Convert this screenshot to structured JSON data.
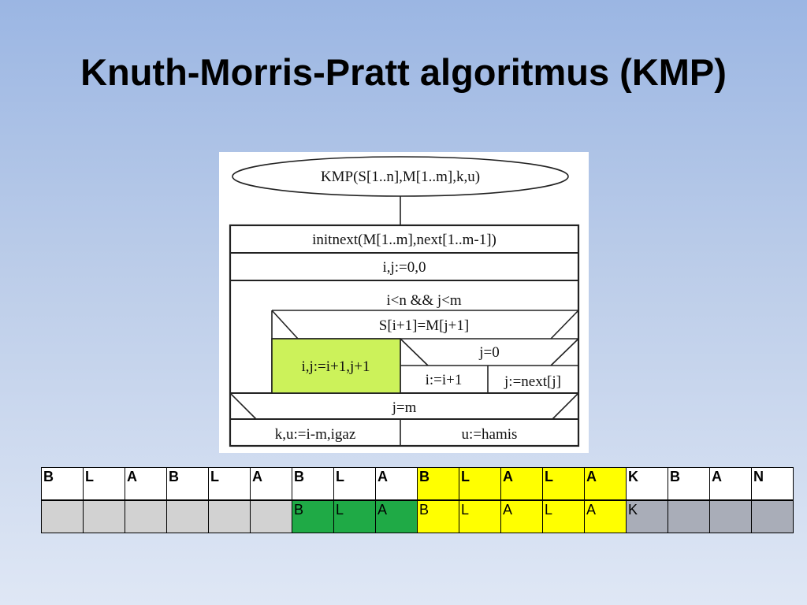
{
  "slide": {
    "title": "Knuth-Morris-Pratt algoritmus (KMP)"
  },
  "flowchart": {
    "header": "KMP(S[1..n],M[1..m],k,u)",
    "init": "initnext(M[1..m],next[1..m-1])",
    "assign": "i,j:=0,0",
    "loop_condition": "i<n && j<m",
    "if_condition": "S[i+1]=M[j+1]",
    "then_action": "i,j:=i+1,j+1",
    "inner_condition": "j=0",
    "inner_then": "i:=i+1",
    "inner_else": "j:=next[j]",
    "final_condition": "j=m",
    "final_then": "k,u:=i-m,igaz",
    "final_else": "u:=hamis",
    "colors": {
      "then_action_fill": "#ccf25a"
    }
  },
  "comparison_table": {
    "text_row": [
      "B",
      "L",
      "A",
      "B",
      "L",
      "A",
      "B",
      "L",
      "A",
      "B",
      "L",
      "A",
      "L",
      "A",
      "K",
      "B",
      "A",
      "N"
    ],
    "pattern_row": [
      "",
      "",
      "",
      "",
      "",
      "",
      "B",
      "L",
      "A",
      "B",
      "L",
      "A",
      "L",
      "A",
      "K",
      "",
      "",
      ""
    ],
    "colors": {
      "match_done": "#1faa46",
      "match_current": "#ffff00",
      "mismatch_slot": "#a9adb8",
      "empty": "#d2d2d2",
      "text_highlight": "#ffff00",
      "white": "#ffffff"
    }
  }
}
